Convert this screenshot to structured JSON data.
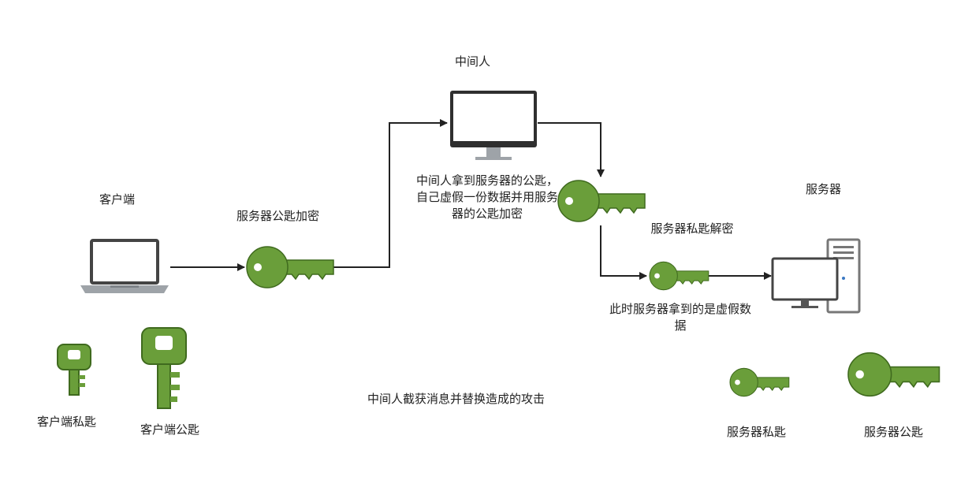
{
  "labels": {
    "client": "客户端",
    "server_pubkey_encrypt": "服务器公匙加密",
    "mitm": "中间人",
    "mitm_desc": "中间人拿到服务器的公匙，自己虚假一份数据并用服务器的公匙加密",
    "server": "服务器",
    "server_privkey_decrypt": "服务器私匙解密",
    "server_fake_data": "此时服务器拿到的是虚假数据",
    "caption": "中间人截获消息并替换造成的攻击",
    "legend_client_private": "客户端私匙",
    "legend_client_public": "客户端公匙",
    "legend_server_private": "服务器私匙",
    "legend_server_public": "服务器公匙"
  },
  "colors": {
    "key_fill": "#6a9e3a",
    "key_stroke": "#3f6a1e",
    "arrow": "#222222"
  }
}
